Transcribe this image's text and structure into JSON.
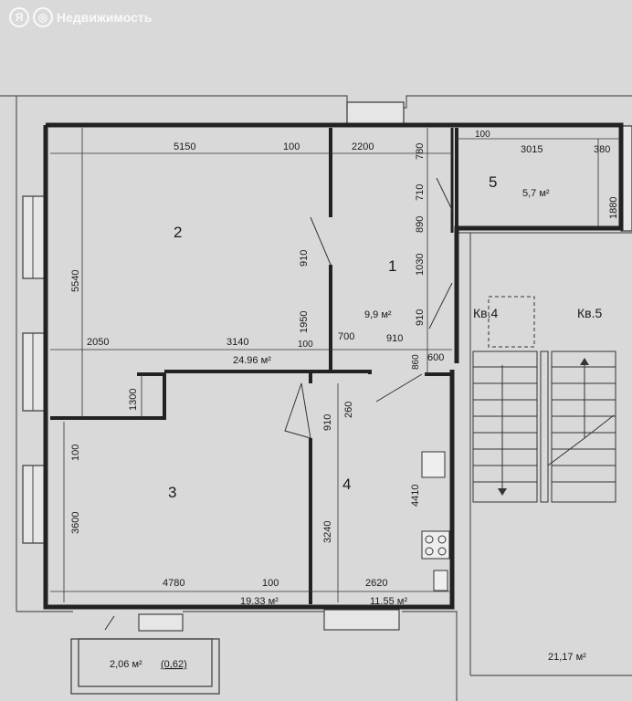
{
  "logo": {
    "mark1": "Я",
    "mark2": "◎",
    "text": "Недвижимость"
  },
  "rooms": {
    "r1": {
      "num": "1",
      "area": "9,9 м²"
    },
    "r2": {
      "num": "2",
      "area": "24.96 м²"
    },
    "r3": {
      "num": "3",
      "area": "19.33 м²"
    },
    "r4": {
      "num": "4",
      "area": "11.55 м²"
    },
    "r5": {
      "num": "5",
      "area": "5,7 м²"
    },
    "balcony": {
      "area": "2,06 м²",
      "extra": "(0,62)"
    },
    "stair": {
      "area": "21,17 м²"
    }
  },
  "apartments": {
    "kv4": "Кв.4",
    "kv5": "Кв.5"
  },
  "dims": {
    "d5150": "5150",
    "d100a": "100",
    "d2200": "2200",
    "d780": "780",
    "d100b": "100",
    "d3015": "3015",
    "d380": "380",
    "d1880": "1880",
    "d710": "710",
    "d890": "890",
    "d1030": "1030",
    "d910a": "910",
    "d5540": "5540",
    "d910b": "910",
    "d1950": "1950",
    "d2050": "2050",
    "d3140": "3140",
    "d100c": "100",
    "d700": "700",
    "d910c": "910",
    "d600": "600",
    "d860": "860",
    "d1300": "1300",
    "d910d": "910",
    "d260": "260",
    "d100d": "100",
    "d3600": "3600",
    "d3240": "3240",
    "d4410": "4410",
    "d4780": "4780",
    "d100e": "100",
    "d2620": "2620"
  }
}
